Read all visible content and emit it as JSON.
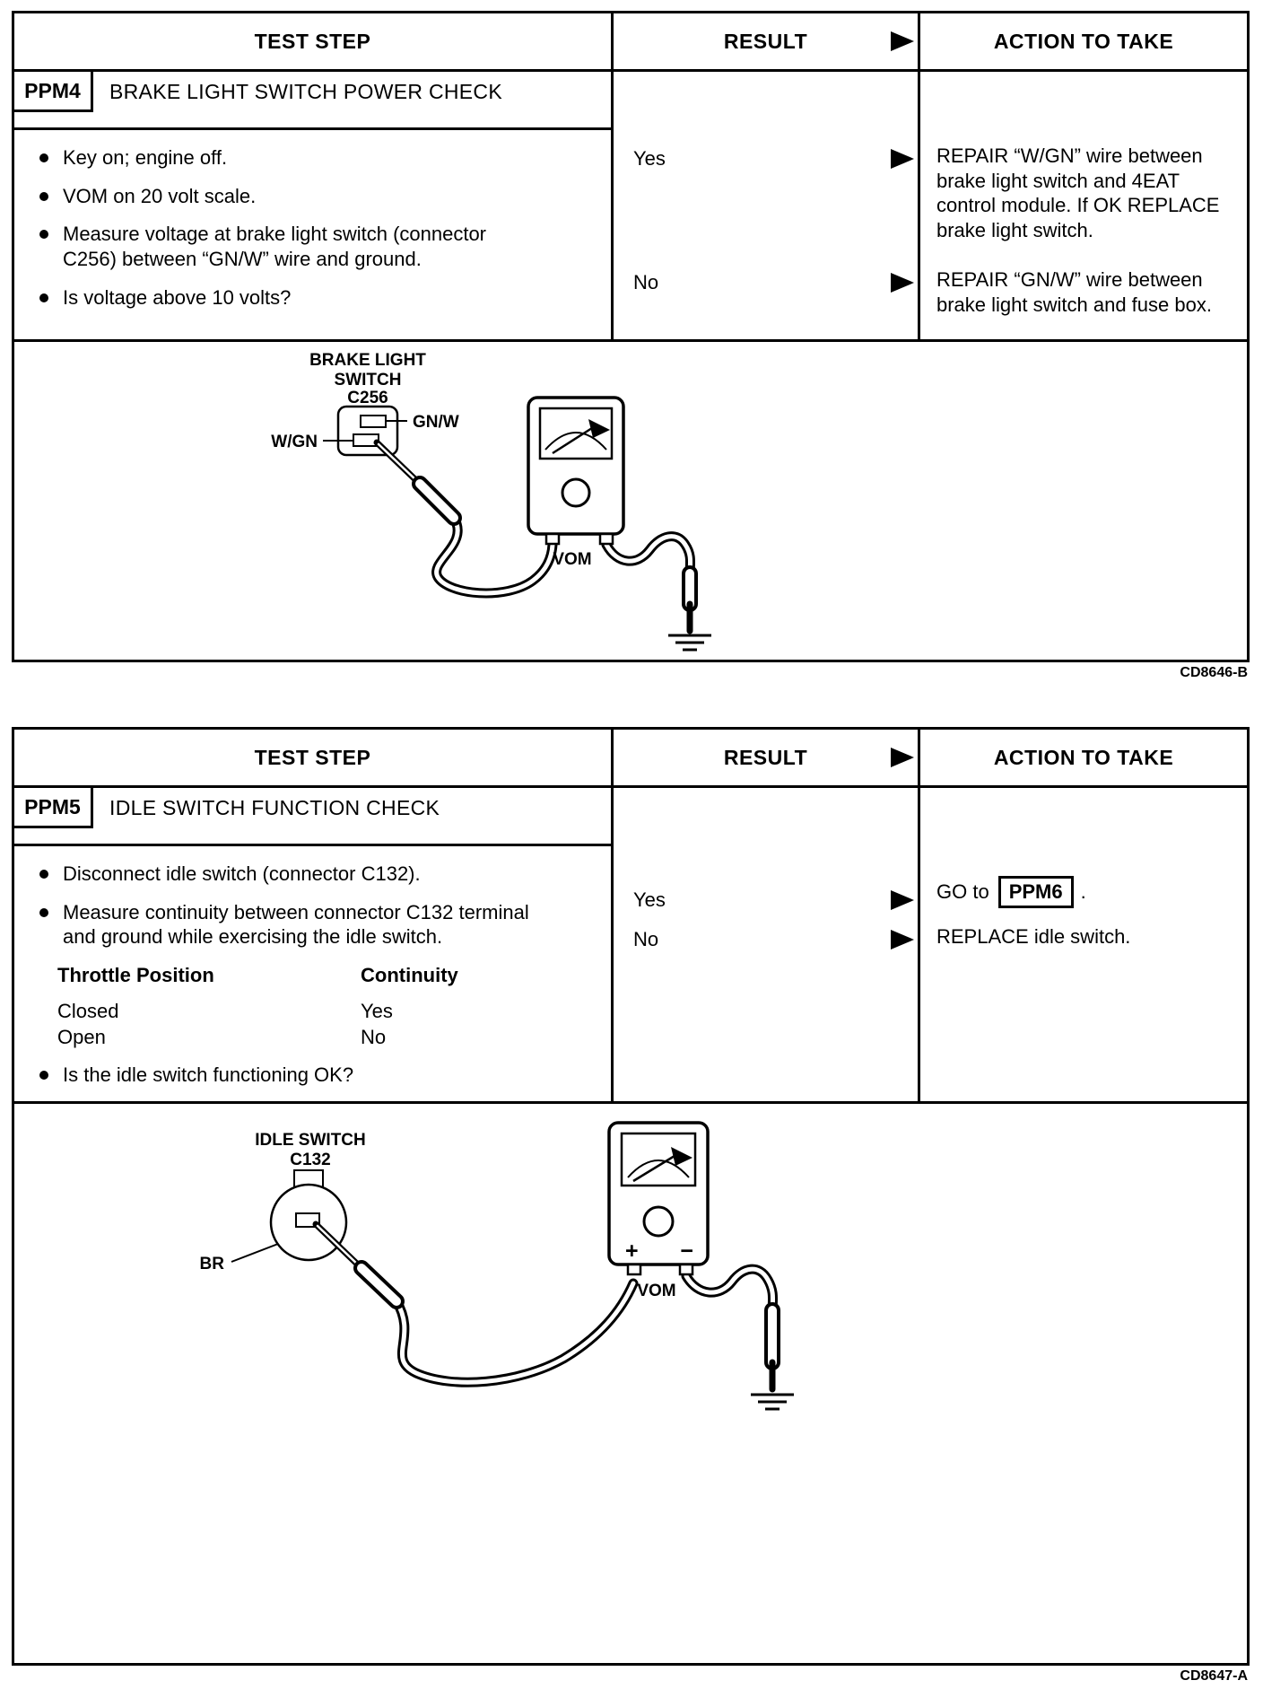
{
  "tables": {
    "t1": {
      "header": {
        "test_step": "TEST STEP",
        "result": "RESULT",
        "action": "ACTION TO TAKE"
      },
      "id": "PPM4",
      "title": "BRAKE LIGHT SWITCH POWER CHECK",
      "steps": [
        "Key on; engine off.",
        "VOM on 20 volt scale.",
        "Measure voltage at brake light switch (connector C256) between “GN/W” wire and ground.",
        "Is voltage above 10 volts?"
      ],
      "results": [
        {
          "label": "Yes",
          "action": "REPAIR “W/GN” wire between brake light switch and 4EAT control module. If OK REPLACE brake light switch."
        },
        {
          "label": "No",
          "action": "REPAIR “GN/W” wire between brake light switch and fuse box."
        }
      ],
      "diagram": {
        "component_line1": "BRAKE LIGHT",
        "component_line2": "SWITCH",
        "connector": "C256",
        "wire_top": "GN/W",
        "wire_bottom": "W/GN",
        "meter": "VOM"
      },
      "figure_code": "CD8646-B"
    },
    "t2": {
      "header": {
        "test_step": "TEST STEP",
        "result": "RESULT",
        "action": "ACTION TO TAKE"
      },
      "id": "PPM5",
      "title": "IDLE SWITCH FUNCTION CHECK",
      "steps": [
        "Disconnect idle switch (connector C132).",
        "Measure continuity between connector C132 terminal and ground while exercising the idle switch.",
        "Is the idle switch functioning OK?"
      ],
      "subtable": {
        "col1_header": "Throttle Position",
        "col2_header": "Continuity",
        "rows": [
          {
            "position": "Closed",
            "continuity": "Yes"
          },
          {
            "position": "Open",
            "continuity": "No"
          }
        ]
      },
      "results": [
        {
          "label": "Yes",
          "action_prefix": "GO to",
          "action_ref": "PPM6",
          "action_suffix": "."
        },
        {
          "label": "No",
          "action": "REPLACE idle switch."
        }
      ],
      "diagram": {
        "component": "IDLE SWITCH",
        "connector": "C132",
        "wire": "BR",
        "meter": "VOM",
        "plus": "+",
        "minus": "−"
      },
      "figure_code": "CD8647-A"
    }
  }
}
